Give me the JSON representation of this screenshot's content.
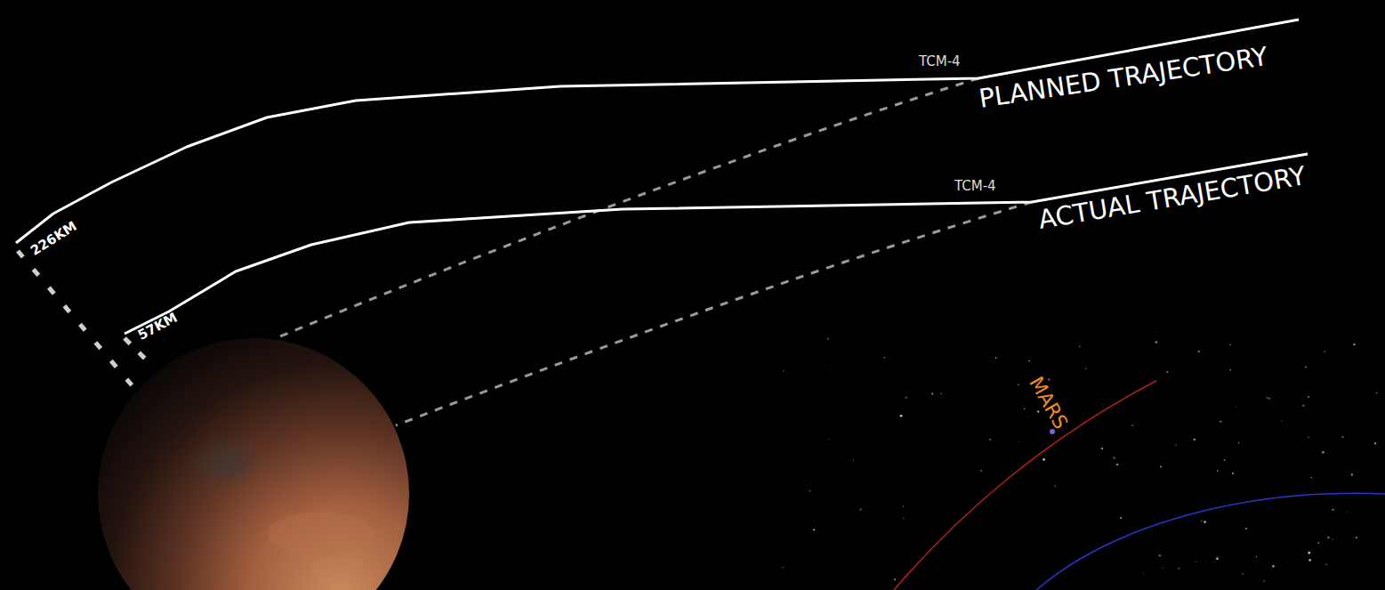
{
  "diagram": {
    "labels": [
      "TCM-4",
      "PLANNED TRAJECTORY",
      "TCM-4",
      "ACTUAL TRAJECTORY",
      "226KM",
      "57KM",
      "MARS"
    ]
  }
}
